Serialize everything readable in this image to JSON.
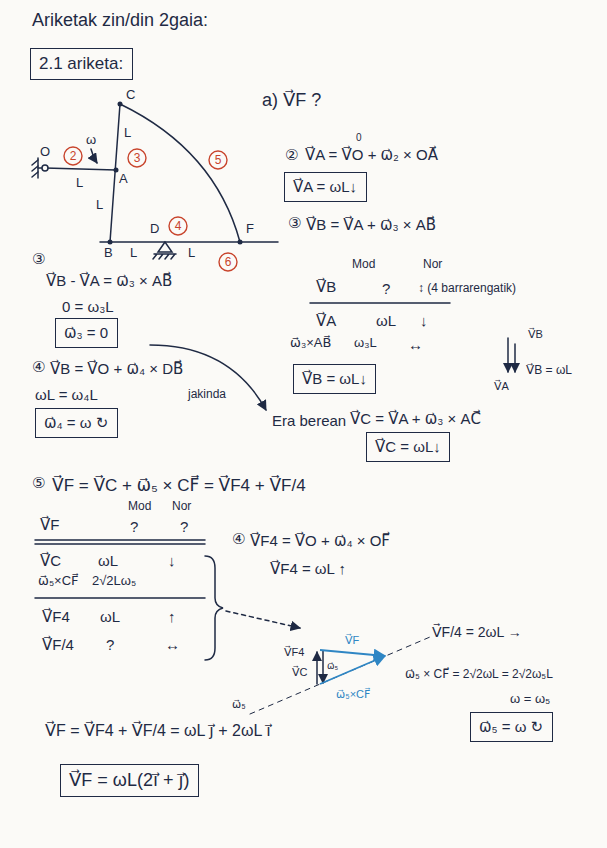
{
  "diagram": {
    "title": "Ariketak zin/din 2gaia:",
    "nodes": [
      {
        "text": [
          "2.1 ariketa:"
        ]
      },
      {
        "text": [
          "2"
        ]
      },
      {
        "text": [
          "3"
        ]
      },
      {
        "text": [
          "5"
        ]
      },
      {
        "text": [
          "4"
        ]
      },
      {
        "text": [
          "6"
        ]
      },
      {
        "text": [
          "V⃗A = ωL↓"
        ]
      },
      {
        "text": [
          "ω⃗₃ = 0"
        ]
      },
      {
        "text": [
          "V⃗B = ωL↓"
        ]
      },
      {
        "text": [
          "ω⃗₄ = ω ↻"
        ]
      },
      {
        "text": [
          "V⃗C = ωL↓"
        ]
      },
      {
        "text": [
          "ω⃗₅ = ω ↻"
        ]
      },
      {
        "text": [
          "V⃗F = ωL(2i⃗ + j⃗)"
        ]
      }
    ],
    "labels": [
      "O",
      "ω",
      "L",
      "C",
      "A",
      "L",
      "L",
      "B",
      "L",
      "D",
      "L",
      "F",
      "a) V⃗F ?",
      "②",
      "V⃗A = V⃗O + ω⃗₂ × OA⃗",
      "0",
      "③",
      "V⃗B = V⃗A + ω⃗₃ × AB⃗",
      "Mod",
      "Nor",
      "V⃗B",
      "?",
      "↕ (4 barrarengatik)",
      "V⃗A",
      "ωL",
      "↓",
      "ω⃗₃×AB⃗",
      "ω₃L",
      "↔",
      "V⃗B",
      "V⃗A",
      "V⃗B = ωL",
      "Era berean",
      "V⃗C = V⃗A + ω⃗₃ × AC⃗",
      "③",
      "V⃗B - V⃗A = ω⃗₃ × AB⃗",
      "0 = ω₃L",
      "④",
      "V⃗B = V⃗O + ω⃗₄ × DB⃗",
      "ωL = ω₄L",
      "jakinda",
      "⑤",
      "V⃗F = V⃗C + ω⃗₅ × CF⃗ = V⃗F4 + V⃗F/4",
      "Mod",
      "Nor",
      "V⃗F",
      "?",
      "?",
      "V⃗C",
      "ωL",
      "↓",
      "ω⃗₅×CF⃗",
      "2√2Lω₅",
      "V⃗F4",
      "ωL",
      "↑",
      "V⃗F/4",
      "?",
      "↔",
      "④",
      "V⃗F4 = V⃗O + ω⃗₄ × OF⃗",
      "V⃗F4 = ωL ↑",
      "V⃗F",
      "V⃗F4",
      "V⃗C",
      "ω⃗₅",
      "ω⃗₅×CF⃗",
      "ω⃗₅",
      "V⃗F/4 = 2ωL →",
      "ω⃗₅ × CF⃗ = 2√2ωL = 2√2ω₅L",
      "ω = ω₅",
      "V⃗F = V⃗F4 + V⃗F/4 = ωL j⃗ + 2ωL i⃗"
    ]
  }
}
